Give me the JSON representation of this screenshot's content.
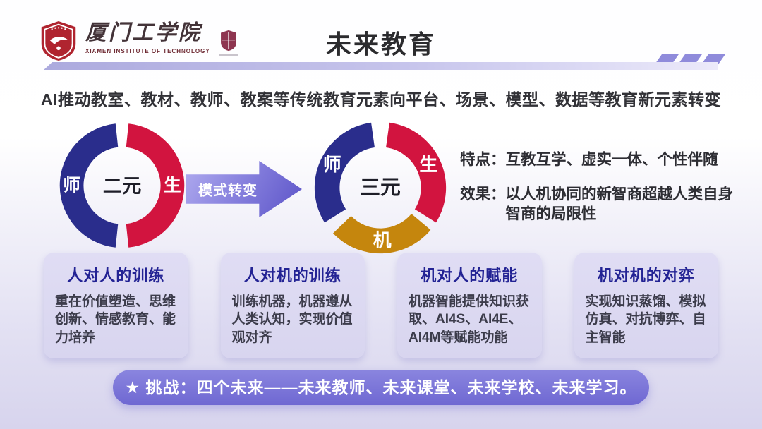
{
  "header": {
    "title": "未来教育",
    "logo": {
      "institution_cn": "厦门工学院",
      "institution_en": "XIAMEN INSTITUTE OF TECHNOLOGY",
      "emblem_icon": "shield-crest",
      "seal_icon": "university-crest-seal"
    },
    "decor": {
      "slash_color": "#8f8bdb",
      "slash_count": 3
    }
  },
  "subtitle": "AI推动教室、教材、教师、教案等传统教育元素向平台、场景、模型、数据等教育新元素转变",
  "diagram": {
    "left_donut": {
      "center_label": "二元",
      "segments": [
        {
          "label": "师",
          "color": "#2a2d8c",
          "start": 96,
          "end": 264
        },
        {
          "label": "生",
          "color": "#d2143f",
          "start": 276,
          "end": 444
        }
      ]
    },
    "arrow_label": "模式转变",
    "right_donut": {
      "center_label": "三元",
      "segments": [
        {
          "label": "师",
          "color": "#2a2d8c",
          "start": 148,
          "end": 262
        },
        {
          "label": "生",
          "color": "#d2143f",
          "start": 278,
          "end": 392
        },
        {
          "label": "机",
          "color": "#c5860d",
          "start": 40,
          "end": 136
        }
      ]
    },
    "notes": [
      {
        "label": "特点：",
        "text": "互教互学、虚实一体、个性伴随"
      },
      {
        "label": "效果：",
        "text": "以人机协同的新智商超越人类自身智商的局限性"
      }
    ]
  },
  "cards": [
    {
      "title": "人对人的训练",
      "body": "重在价值塑造、思维创新、情感教育、能力培养"
    },
    {
      "title": "人对机的训练",
      "body": "训练机器，机器遵从人类认知，实现价值观对齐"
    },
    {
      "title": "机对人的赋能",
      "body": "机器智能提供知识获取、AI4S、AI4E、AI4M等赋能功能"
    },
    {
      "title": "机对机的对弈",
      "body": "实现知识蒸馏、模拟仿真、对抗博弈、自主智能"
    }
  ],
  "banner": {
    "text": "★ 挑战：四个未来——未来教师、未来课堂、未来学校、未来学习。"
  },
  "colors": {
    "teacher_blue": "#2a2d8c",
    "student_red": "#d2143f",
    "machine_gold": "#c5860d",
    "accent_purple": "#7b75d7",
    "card_bg": "#dcd9f1"
  }
}
